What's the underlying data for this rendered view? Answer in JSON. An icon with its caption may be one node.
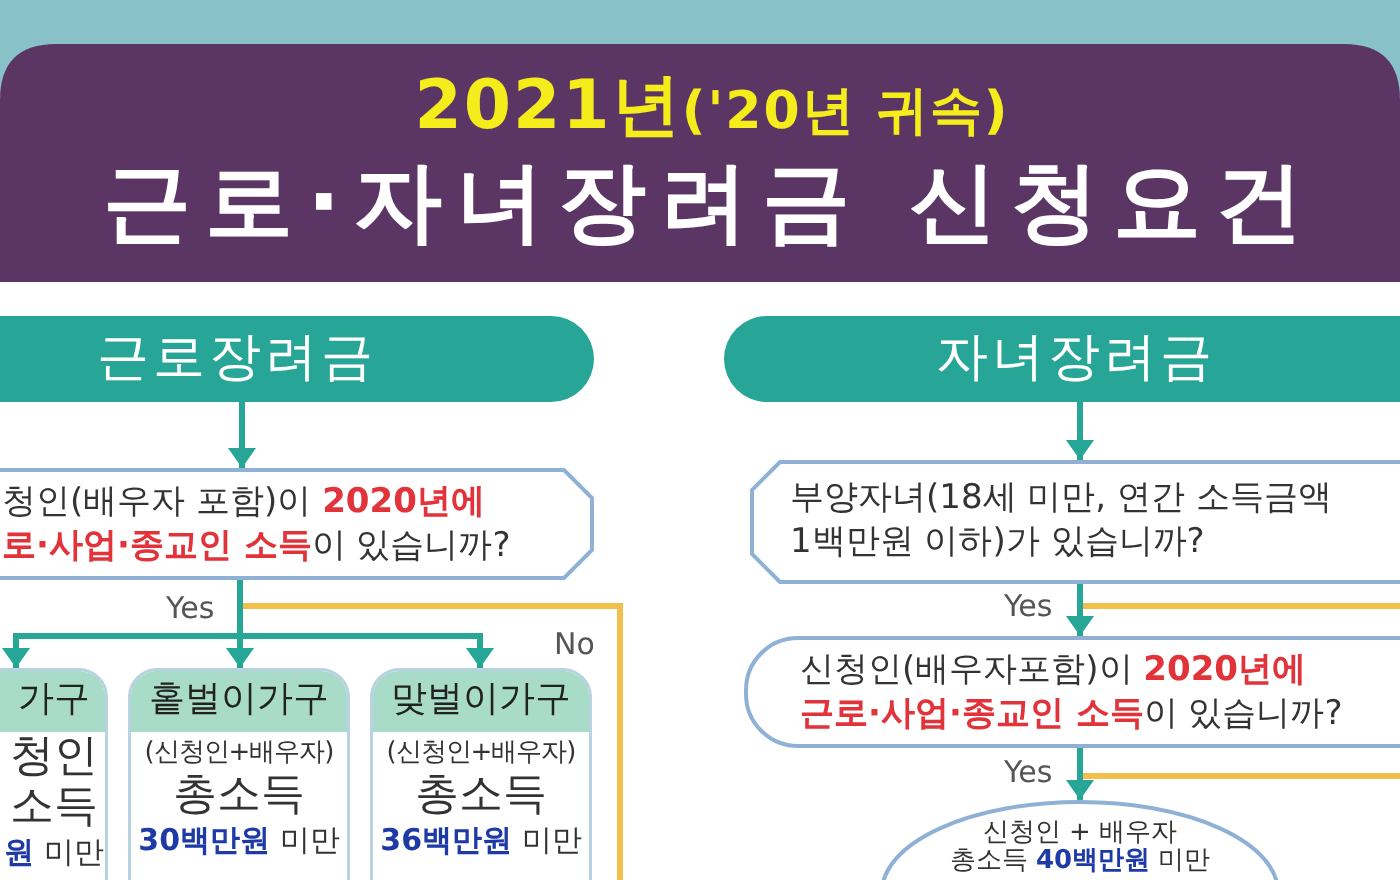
{
  "diagram": {
    "title": "근로·자녀장려금 신청요건",
    "nodes": [
      {
        "text": [
          "근로장려금"
        ]
      },
      {
        "text": [
          "청인(배우자 포함)이 **2020년에 로·사업·종교인 소득**이 있습니까?"
        ]
      },
      {
        "text": [
          "가구",
          "청인",
          "소득",
          "**원** 미만"
        ]
      },
      {
        "text": [
          "홑벌이가구",
          "(신청인+배우자)",
          "총소득",
          "**30백만원** 미만"
        ]
      },
      {
        "text": [
          "맞벌이가구",
          "(신청인+배우자)",
          "총소득",
          "**36백만원** 미만"
        ]
      },
      {
        "text": [
          "자녀장려금"
        ]
      },
      {
        "text": [
          "부양자녀(18세 미만, 연간 소득금액 1백만원 이하)가 있습니까?"
        ]
      },
      {
        "text": [
          "신청인(배우자포함)이 **2020년에 근로·사업·종교인 소득**이 있습니까?"
        ]
      },
      {
        "text": [
          "신청인 + 배우자",
          "총소득 **40백만원** 미만"
        ]
      }
    ],
    "edges": [
      {
        "from": 0,
        "to": 1,
        "arrow": "to"
      },
      {
        "from": 1,
        "to": 2,
        "arrow": "to"
      },
      {
        "from": 1,
        "to": 3,
        "arrow": "to",
        "label": "Yes"
      },
      {
        "from": 1,
        "to": 4,
        "arrow": "to"
      },
      {
        "from": 1,
        "to": null,
        "arrow": "none",
        "label": "No",
        "color": "#f3bf4b"
      },
      {
        "from": 5,
        "to": 6,
        "arrow": "to"
      },
      {
        "from": 6,
        "to": 7,
        "arrow": "to",
        "label": "Yes"
      },
      {
        "from": 6,
        "to": null,
        "arrow": "none",
        "color": "#f3bf4b"
      },
      {
        "from": 7,
        "to": 8,
        "arrow": "to",
        "label": "Yes"
      },
      {
        "from": 7,
        "to": null,
        "arrow": "none",
        "color": "#f3bf4b"
      }
    ],
    "labels": [
      "**2021년**('20년 귀속)"
    ]
  }
}
